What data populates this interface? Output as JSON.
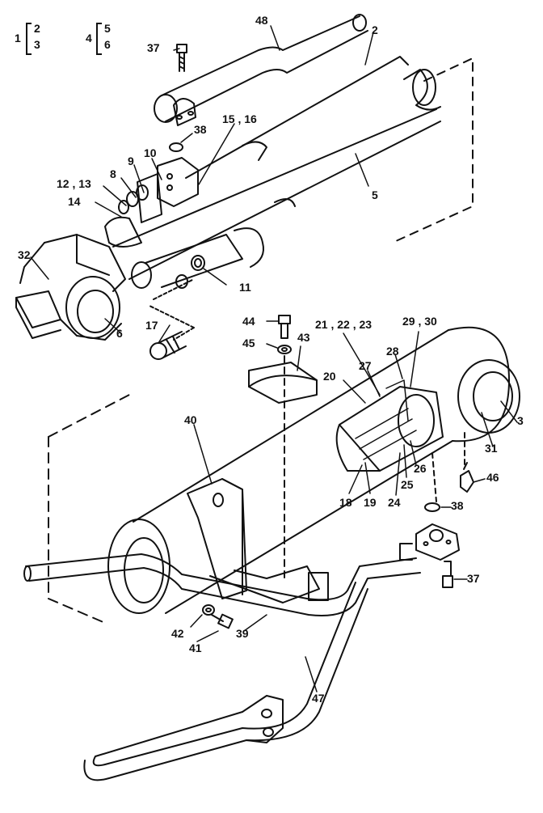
{
  "legend": {
    "group_a": {
      "parent": "1",
      "children": [
        "2",
        "3"
      ]
    },
    "group_b": {
      "parent": "4",
      "children": [
        "5",
        "6"
      ]
    }
  },
  "callouts": {
    "c48": "48",
    "c2": "2",
    "c37a": "37",
    "c38a": "38",
    "c15_16": "15 , 16",
    "c10": "10",
    "c9": "9",
    "c8": "8",
    "c12_13": "12 , 13",
    "c14": "14",
    "c5": "5",
    "c32": "32",
    "c6": "6",
    "c11": "11",
    "c17": "17",
    "c44": "44",
    "c45": "45",
    "c43": "43",
    "c21_22_23": "21 , 22 , 23",
    "c29_30": "29 , 30",
    "c28": "28",
    "c27": "27",
    "c20": "20",
    "c3": "3",
    "c31": "31",
    "c40": "40",
    "c26": "26",
    "c46": "46",
    "c25": "25",
    "c18": "18",
    "c19": "19",
    "c24": "24",
    "c38b": "38",
    "c37b": "37",
    "c42": "42",
    "c41": "41",
    "c39": "39",
    "c47": "47"
  },
  "colors": {
    "line": "#111111",
    "background": "#ffffff"
  }
}
